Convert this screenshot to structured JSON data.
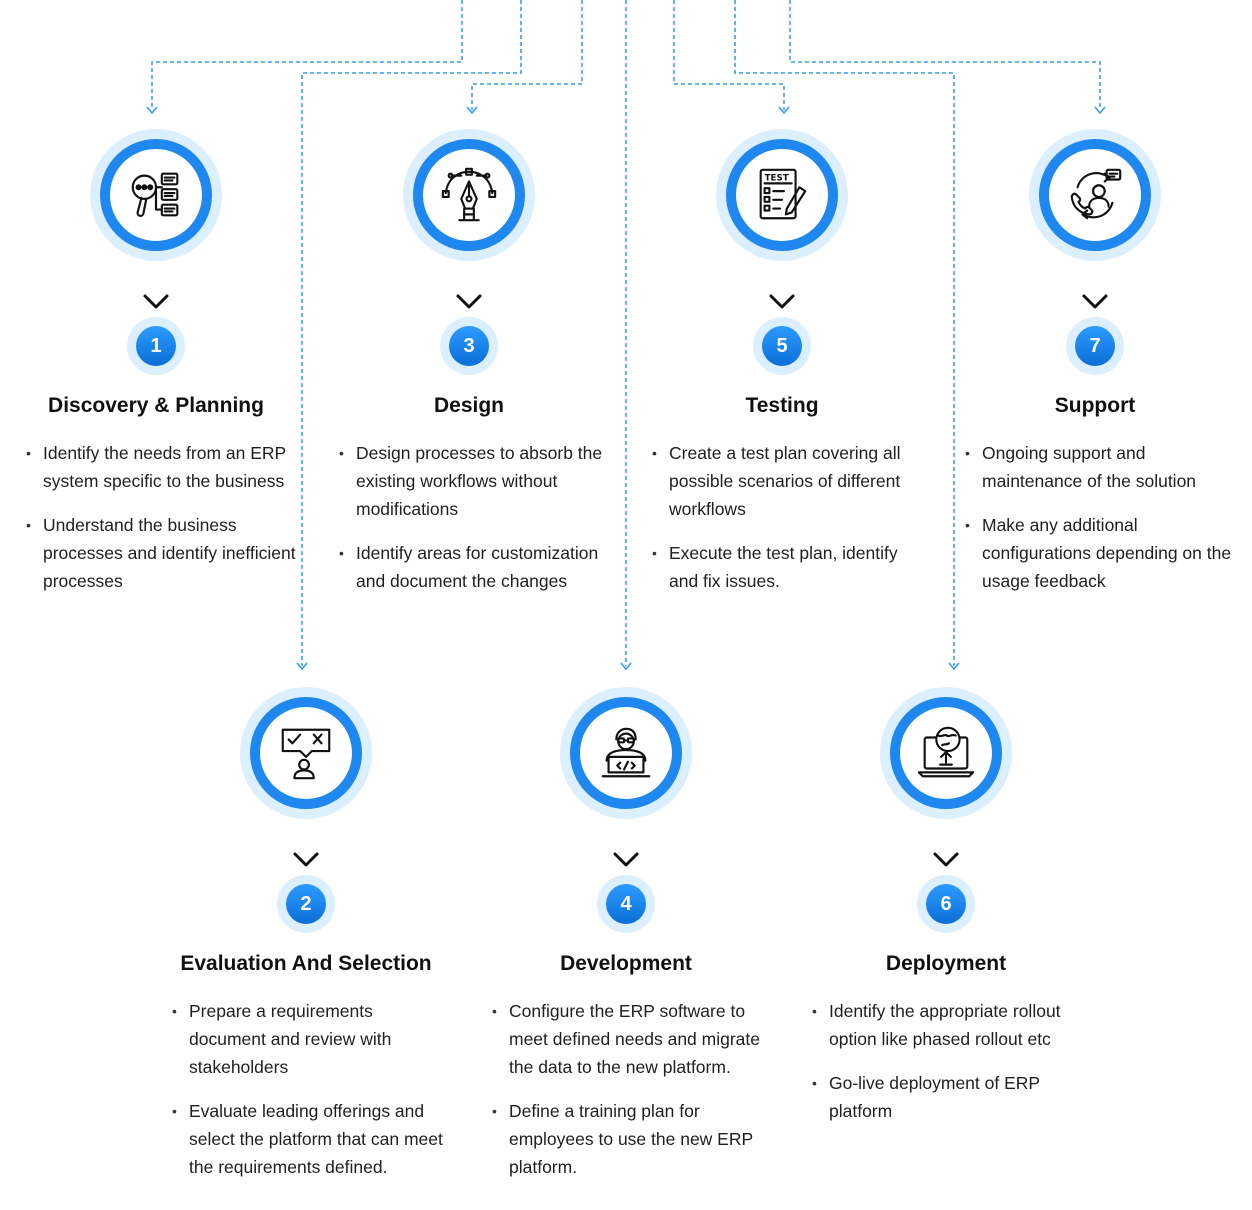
{
  "accent_color": "#1e88f0",
  "steps": [
    {
      "number": "1",
      "title": "Discovery & Planning",
      "icon": "magnifier-document-icon",
      "bullets": [
        "Identify the needs from an ERP system specific to the business",
        "Understand the business processes and identify inefficient processes"
      ]
    },
    {
      "number": "2",
      "title": "Evaluation And Selection",
      "icon": "person-check-cross-icon",
      "bullets": [
        "Prepare a requirements document and review with stakeholders",
        "Evaluate leading offerings and select the platform that can meet the requirements defined."
      ]
    },
    {
      "number": "3",
      "title": "Design",
      "icon": "pen-tool-icon",
      "bullets": [
        "Design processes to absorb the existing workflows without modifications",
        "Identify areas for customization and document the changes"
      ]
    },
    {
      "number": "4",
      "title": "Development",
      "icon": "developer-laptop-icon",
      "bullets": [
        "Configure the ERP software to meet defined needs and migrate the data to the new platform.",
        "Define a training plan for employees to use the new ERP platform."
      ]
    },
    {
      "number": "5",
      "title": "Testing",
      "icon": "test-checklist-icon",
      "bullets": [
        "Create a test plan covering all possible scenarios of different workflows",
        "Execute the test plan, identify and fix issues."
      ]
    },
    {
      "number": "6",
      "title": "Deployment",
      "icon": "globe-laptop-upload-icon",
      "bullets": [
        "Identify the appropriate rollout option like phased rollout etc",
        "Go-live deployment of ERP platform"
      ]
    },
    {
      "number": "7",
      "title": "Support",
      "icon": "support-agent-icon",
      "bullets": [
        "Ongoing support and maintenance of the solution",
        "Make any additional configurations depending on the usage feedback"
      ]
    }
  ]
}
